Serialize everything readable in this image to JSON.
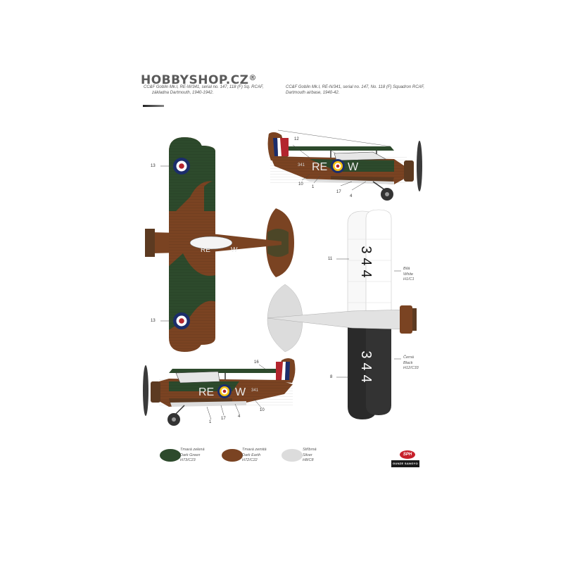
{
  "watermark": "HOBBYSHOP.CZ",
  "watermark_mark": "®",
  "captions": {
    "czech": [
      "CC&F Goblin Mk.I, RE-W/341, serial no. 147, 118 (F) Sq. RCAF,",
      "základna Dartmouth, 1940-1942."
    ],
    "english": [
      "CC&F Goblin Mk.I, RE-N/341, serial no. 147, No. 118 (F) Squadron RCAF,",
      "Dartmouth airbase, 1940-42."
    ]
  },
  "markings": {
    "code_letters": "RE",
    "code_individual": "W",
    "serial_number": "344",
    "fin_number": "341"
  },
  "callouts": {
    "c13_upper": "13",
    "c13_lower": "13",
    "c12": "12",
    "c10_top": "10",
    "c1_top": "1",
    "c17_top": "17",
    "c4_top": "4",
    "c11": "11",
    "c16": "16",
    "c8": "8",
    "c1_bottom": "1",
    "c17_bottom": "17",
    "c4_bottom": "4",
    "c10_bottom": "10"
  },
  "color_notes": {
    "white": [
      "Bílá",
      "White",
      "H1/C1"
    ],
    "black": [
      "Černá",
      "Black",
      "H12/C33"
    ]
  },
  "legend": [
    {
      "czech": "Tmavá zelená",
      "english": "Dark Green",
      "code": "H73/C23",
      "color": "#2d4a2c"
    },
    {
      "czech": "Tmavá zemitá",
      "english": "Dark Earth",
      "code": "H72/C22",
      "color": "#7a4322"
    },
    {
      "czech": "Stříbrná",
      "english": "Silver",
      "code": "H8/C8",
      "color": "#dcdcdc"
    }
  ],
  "logos": {
    "brand_1": "SPH",
    "brand_2": "GUNZE SANGYO"
  }
}
